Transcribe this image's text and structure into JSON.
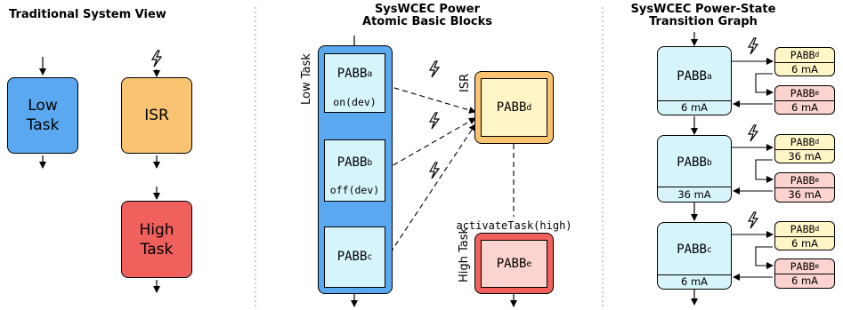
{
  "panel_left": {
    "title": "Traditional System View",
    "low_task": "Low\nTask",
    "isr": "ISR",
    "high_task": "High\nTask"
  },
  "panel_mid": {
    "title_line1": "SysWCEC Power",
    "title_line2": "Atomic Basic Blocks",
    "low_task_label": "Low Task",
    "isr_label": "ISR",
    "high_task_label": "High Task",
    "pabb_a": "PABB",
    "pabb_a_sub": "a",
    "pabb_a_call": "on(dev)",
    "pabb_b": "PABB",
    "pabb_b_sub": "b",
    "pabb_b_call": "off(dev)",
    "pabb_c": "PABB",
    "pabb_c_sub": "c",
    "pabb_d": "PABB",
    "pabb_d_sub": "d",
    "pabb_e": "PABB",
    "pabb_e_sub": "e",
    "activate": "activateTask(high)"
  },
  "panel_right": {
    "title_line1": "SysWCEC Power-State",
    "title_line2": "Transition Graph",
    "states": [
      {
        "name": "PABB",
        "sub": "a",
        "current": "6 mA",
        "d_name": "PABB",
        "d_sub": "d",
        "d_current": "6 mA",
        "e_name": "PABB",
        "e_sub": "e",
        "e_current": "6 mA"
      },
      {
        "name": "PABB",
        "sub": "b",
        "current": "36 mA",
        "d_name": "PABB",
        "d_sub": "d",
        "d_current": "36 mA",
        "e_name": "PABB",
        "e_sub": "e",
        "e_current": "36 mA"
      },
      {
        "name": "PABB",
        "sub": "c",
        "current": "6 mA",
        "d_name": "PABB",
        "d_sub": "d",
        "d_current": "6 mA",
        "e_name": "PABB",
        "e_sub": "e",
        "e_current": "6 mA"
      }
    ]
  },
  "colors": {
    "low_task": "#5aa9f0",
    "isr": "#f9c372",
    "high_task": "#f0605c",
    "pabb_light_blue": "#d6f5fb",
    "pabb_d_yellow": "#fff6c8",
    "pabb_e_pink": "#fbd3cf"
  },
  "icons": {
    "interrupt": "lightning-bolt-icon"
  }
}
